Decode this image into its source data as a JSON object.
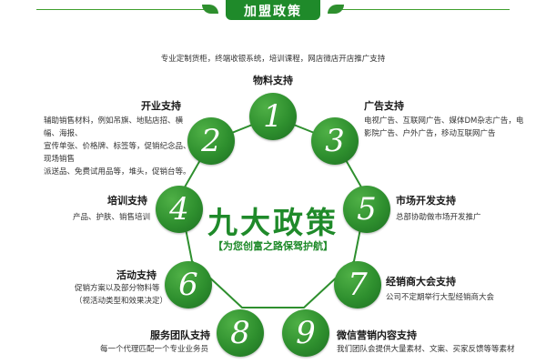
{
  "header": {
    "title": "加盟政策"
  },
  "top_note": "专业定制货柜，终端收银系统，培训课程，网店微店开店推广支持",
  "center": {
    "title": "九大政策",
    "subtitle": "【为您创富之路保驾护航】"
  },
  "items": [
    {
      "num": "1",
      "label": "物料支持",
      "desc": []
    },
    {
      "num": "2",
      "label": "开业支持",
      "desc": [
        "辅助销售材料，例如吊旗、地贴店招、横幅、海报、",
        "宣传单张、价格牌、标签等，促销纪念品、现场销售",
        "派送品、免费试用品等，堆头，促销台等。"
      ]
    },
    {
      "num": "3",
      "label": "广告支持",
      "desc": [
        "电视广告、互联网广告、媒体DM杂志广告，电",
        "影院广告、户外广告，移动互联网广告"
      ]
    },
    {
      "num": "4",
      "label": "培训支持",
      "desc": [
        "产品、护肤、销售培训"
      ]
    },
    {
      "num": "5",
      "label": "市场开发支持",
      "desc": [
        "总部协助做市场开发推广"
      ]
    },
    {
      "num": "6",
      "label": "活动支持",
      "desc": [
        "促销方案以及部分物料等",
        "（视活动类型和效果决定）"
      ]
    },
    {
      "num": "7",
      "label": "经销商大会支持",
      "desc": [
        "公司不定期举行大型经销商大会"
      ]
    },
    {
      "num": "8",
      "label": "服务团队支持",
      "desc": [
        "每一个代理匹配一个专业业务员"
      ]
    },
    {
      "num": "9",
      "label": "微信营销内容支持",
      "desc": [
        "我们团队会提供大量素材、文案、买家反馈等等素材"
      ]
    }
  ]
}
